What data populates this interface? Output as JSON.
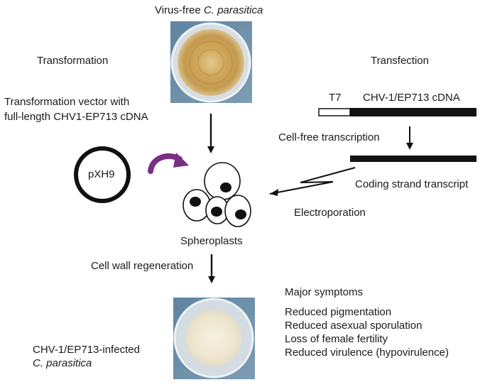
{
  "title_top": {
    "prefix": "Virus-free ",
    "species": "C. parasitica"
  },
  "left_heading": "Transformation",
  "right_heading": "Transfection",
  "vector_desc": [
    "Transformation vector with",
    "full-length CHV1-EP713 cDNA"
  ],
  "plasmid_label": "pXH9",
  "construct": {
    "promoter_label": "T7",
    "insert_label": "CHV-1/EP713 cDNA"
  },
  "step_cell_free": "Cell-free transcription",
  "transcript_label": "Coding strand transcript",
  "electroporation_label": "Electroporation",
  "spheroplasts_label": "Spheroplasts",
  "regeneration_label": "Cell wall regeneration",
  "symptoms": {
    "heading": "Major symptoms",
    "items": [
      "Reduced pigmentation",
      "Reduced asexual sporulation",
      "Loss of female fertility",
      "Reduced virulence (hypovirulence)"
    ]
  },
  "infected_label": {
    "line1": "CHV-1/EP713-infected",
    "species": "C. parasitica"
  },
  "colors": {
    "plate_bg": "#6f90a8",
    "colony_healthy": "#c9a45c",
    "colony_infected": "#efe7d2",
    "curved_arrow": "#7a2f86",
    "ink": "#111111"
  },
  "icons": [
    "petri-dish-virus-free",
    "petri-dish-infected",
    "plasmid-ring",
    "curved-arrow-icon",
    "spheroplast-cells",
    "lightning-arrow-icon"
  ]
}
